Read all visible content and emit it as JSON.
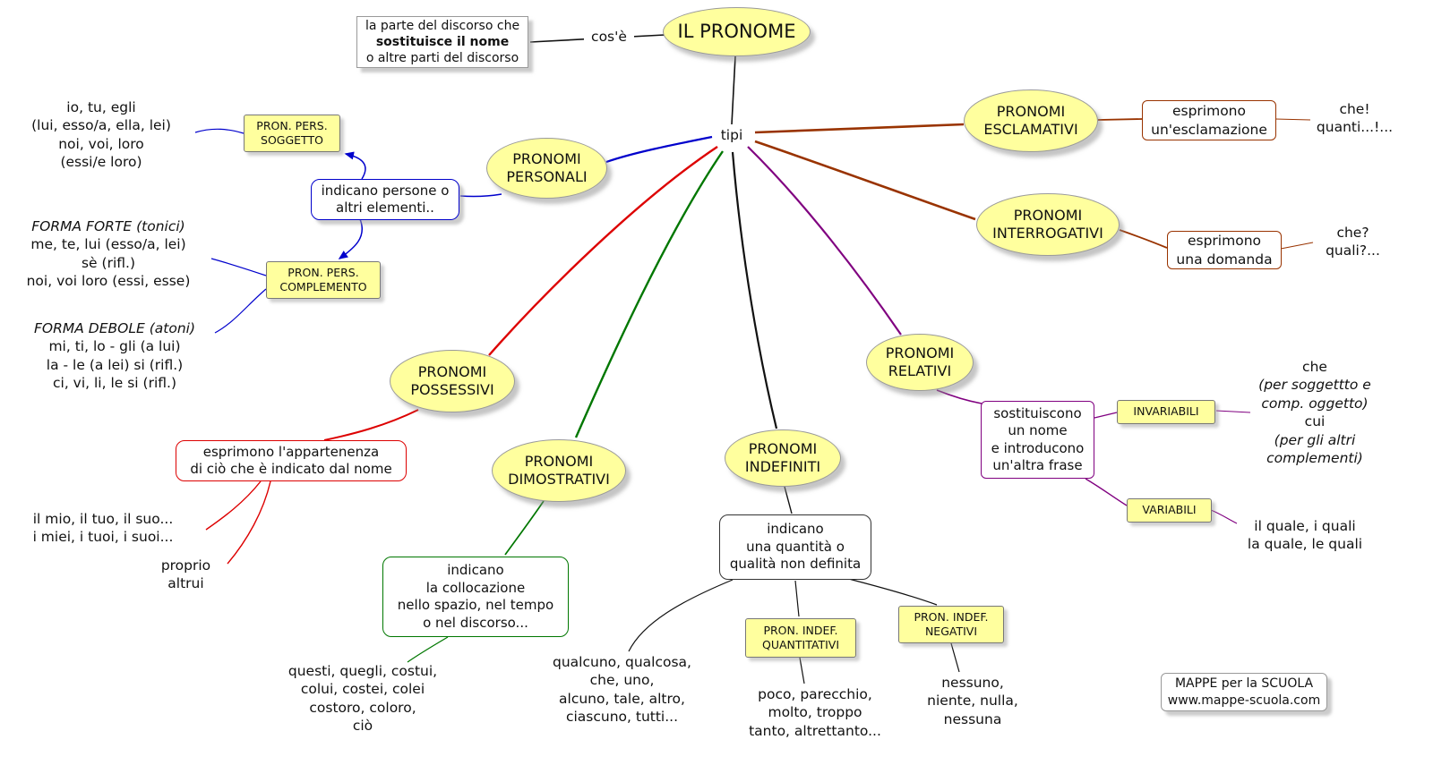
{
  "colors": {
    "node_fill": "#ffff9e",
    "branch_personali": "#0000cc",
    "branch_possessivi": "#dd0000",
    "branch_dimostrativi": "#007700",
    "branch_indefiniti": "#000000",
    "branch_relativi": "#800080",
    "branch_esclamativi_interrogativi": "#993300"
  },
  "root": {
    "title": "IL PRONOME",
    "cosa_label": "cos'è",
    "tipi_label": "tipi",
    "definition": {
      "line1": "la parte del discorso che",
      "line2": "sostituisce il nome",
      "line3": "o altre parti del discorso"
    }
  },
  "personali": {
    "label": "PRONOMI\nPERSONALI",
    "note": "indicano persone o\naltri elementi..",
    "soggetto": {
      "label": "PRON. PERS.\nSOGGETTO",
      "examples": "io, tu, egli\n(lui, esso/a, ella, lei)\nnoi, voi, loro\n(essi/e loro)"
    },
    "complemento": {
      "label": "PRON. PERS.\nCOMPLEMENTO",
      "forte_heading": "FORMA FORTE (tonici)",
      "forte_examples": "me, te, lui (esso/a, lei)\nsè (rifl.)\nnoi, voi loro (essi, esse)",
      "debole_heading": "FORMA DEBOLE (atoni)",
      "debole_examples": "mi, ti, lo - gli (a lui)\nla - le (a lei) si (rifl.)\nci, vi, li, le si (rifl.)"
    }
  },
  "possessivi": {
    "label": "PRONOMI\nPOSSESSIVI",
    "note": "esprimono l'appartenenza\ndi ciò che è indicato dal nome",
    "examples1": "il mio, il tuo, il suo...\ni miei, i tuoi, i suoi...",
    "examples2": "proprio\naltrui"
  },
  "dimostrativi": {
    "label": "PRONOMI\nDIMOSTRATIVI",
    "note": "indicano\nla collocazione\nnello spazio, nel tempo\no nel discorso...",
    "examples": "questi, quegli, costui,\ncolui, costei, colei\ncostoro, coloro,\nciò"
  },
  "indefiniti": {
    "label": "PRONOMI\nINDEFINITI",
    "note": "indicano\nuna quantità o\nqualità non definita",
    "examples": "qualcuno, qualcosa,\nche, uno,\nalcuno, tale, altro,\nciascuno, tutti...",
    "quantitativi": {
      "label": "PRON. INDEF.\nQUANTITATIVI",
      "examples": "poco, parecchio,\nmolto, troppo\ntanto, altrettanto..."
    },
    "negativi": {
      "label": "PRON. INDEF.\nNEGATIVI",
      "examples": "nessuno,\nniente, nulla,\nnessuna"
    }
  },
  "relativi": {
    "label": "PRONOMI\nRELATIVI",
    "note": "sostituiscono\nun nome\ne introducono\nun'altra frase",
    "invariabili": {
      "label": "INVARIABILI",
      "example_che": "che",
      "example_che_note": "(per soggettto e\ncomp. oggetto)",
      "example_cui": "cui",
      "example_cui_note": "(per gli altri\ncomplementi)"
    },
    "variabili": {
      "label": "VARIABILI",
      "examples": "il quale, i quali\nla quale, le quali"
    }
  },
  "esclamativi": {
    "label": "PRONOMI\nESCLAMATIVI",
    "note": "esprimono\nun'esclamazione",
    "examples": "che!\nquanti...!..."
  },
  "interrogativi": {
    "label": "PRONOMI\nINTERROGATIVI",
    "note": "esprimono\nuna domanda",
    "examples": "che?\nquali?..."
  },
  "footer": {
    "line1": "MAPPE per la SCUOLA",
    "line2": "www.mappe-scuola.com"
  }
}
